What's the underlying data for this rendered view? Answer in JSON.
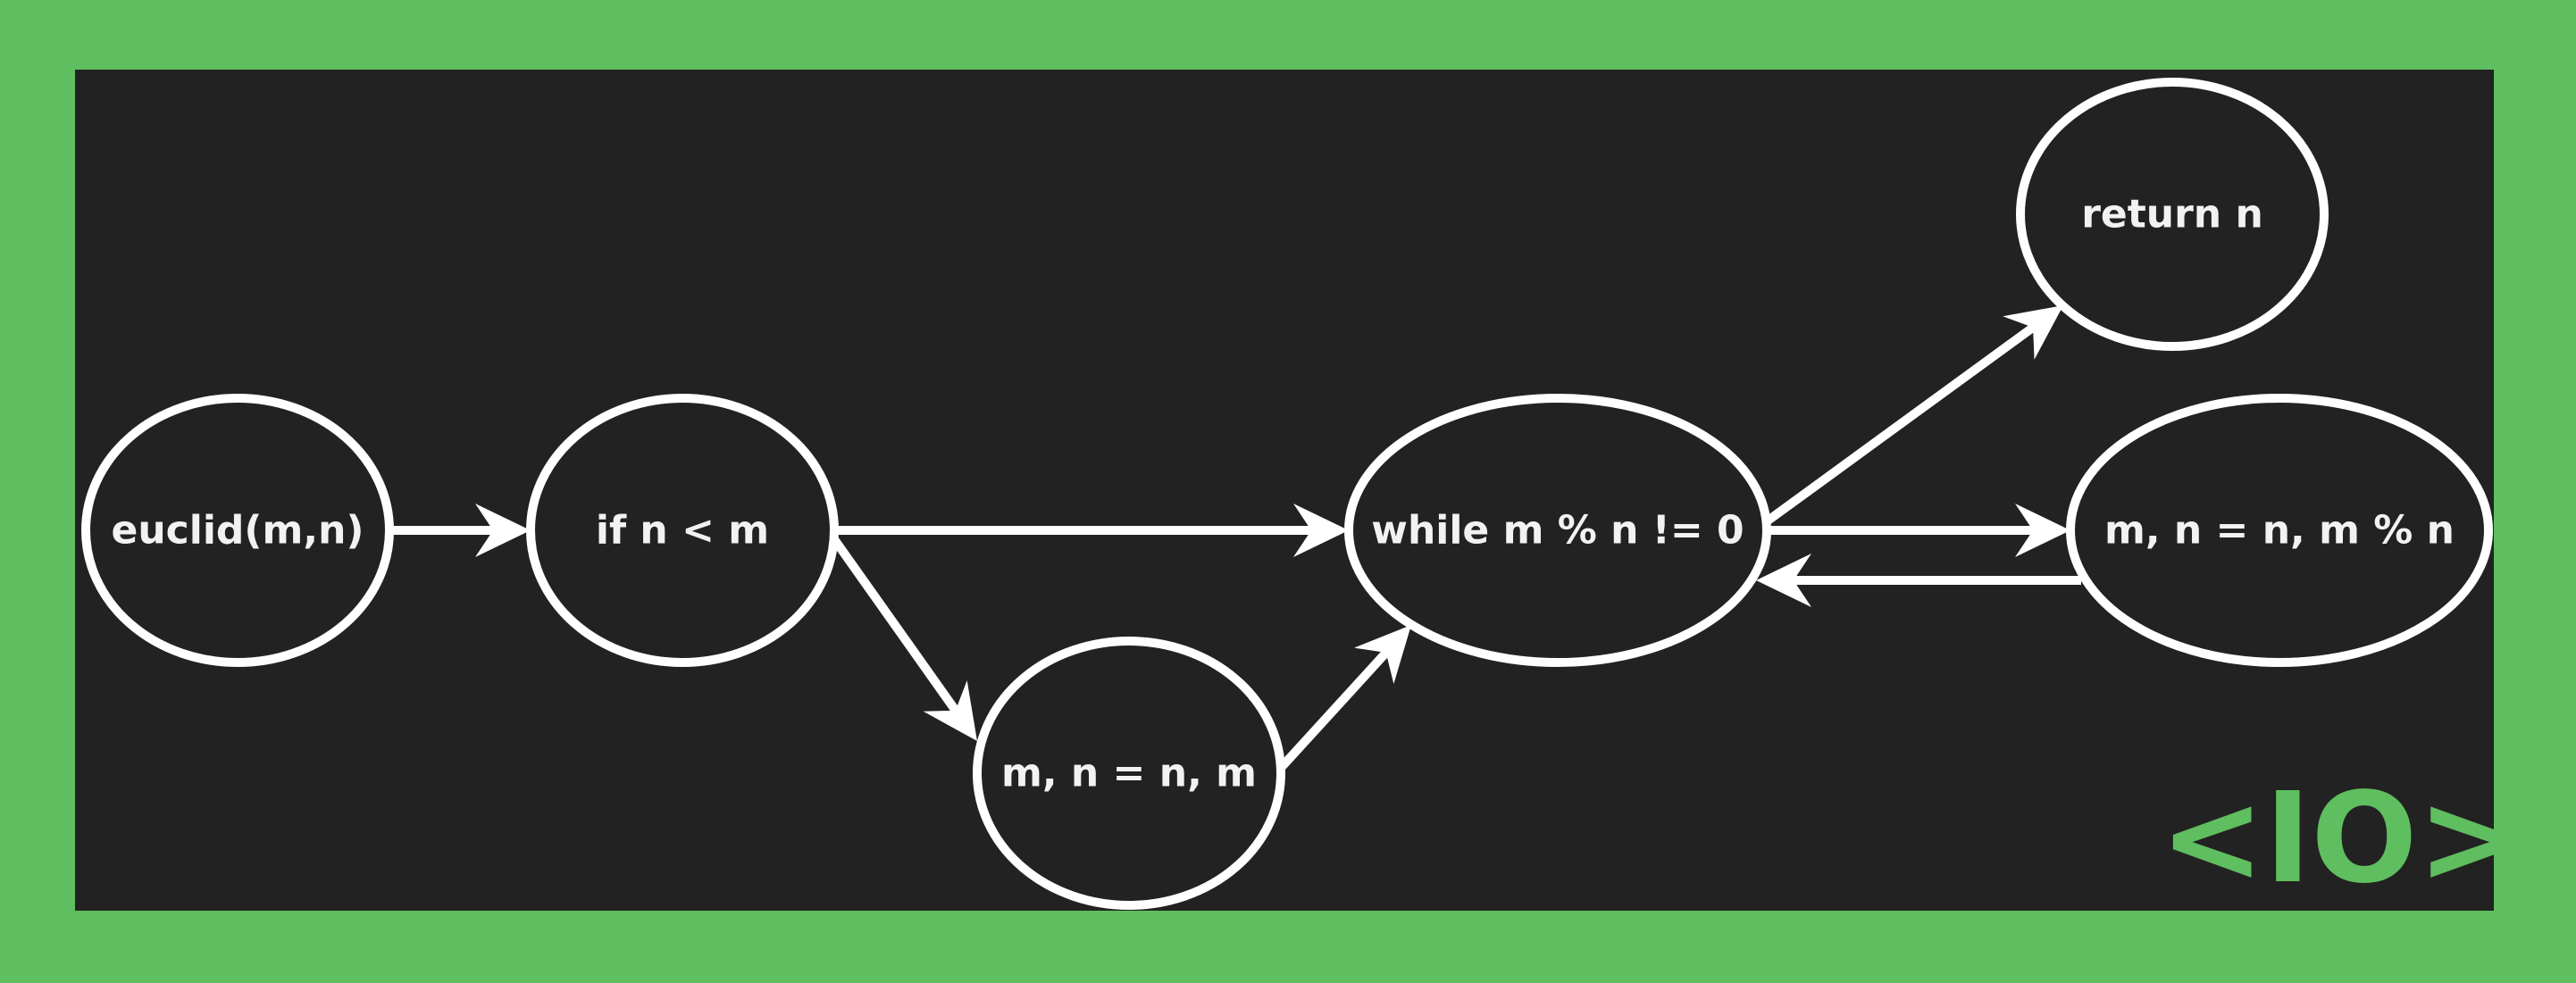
{
  "colors": {
    "border": "#5fbe5f",
    "panel": "#222222",
    "stroke": "#ffffff",
    "text": "#f2f2f2",
    "logo": "#5fbe5f"
  },
  "nodes": [
    {
      "id": "euclid",
      "label": "euclid(m,n)"
    },
    {
      "id": "if",
      "label": "if n < m"
    },
    {
      "id": "swap",
      "label": "m, n = n, m"
    },
    {
      "id": "while",
      "label": "while m % n != 0"
    },
    {
      "id": "return",
      "label": "return n"
    },
    {
      "id": "update",
      "label": "m, n = n, m % n"
    }
  ],
  "edges": [
    {
      "from": "euclid",
      "to": "if"
    },
    {
      "from": "if",
      "to": "while"
    },
    {
      "from": "if",
      "to": "swap"
    },
    {
      "from": "swap",
      "to": "while"
    },
    {
      "from": "while",
      "to": "return"
    },
    {
      "from": "while",
      "to": "update"
    },
    {
      "from": "update",
      "to": "while"
    }
  ],
  "logo": {
    "text": "<IO>"
  }
}
